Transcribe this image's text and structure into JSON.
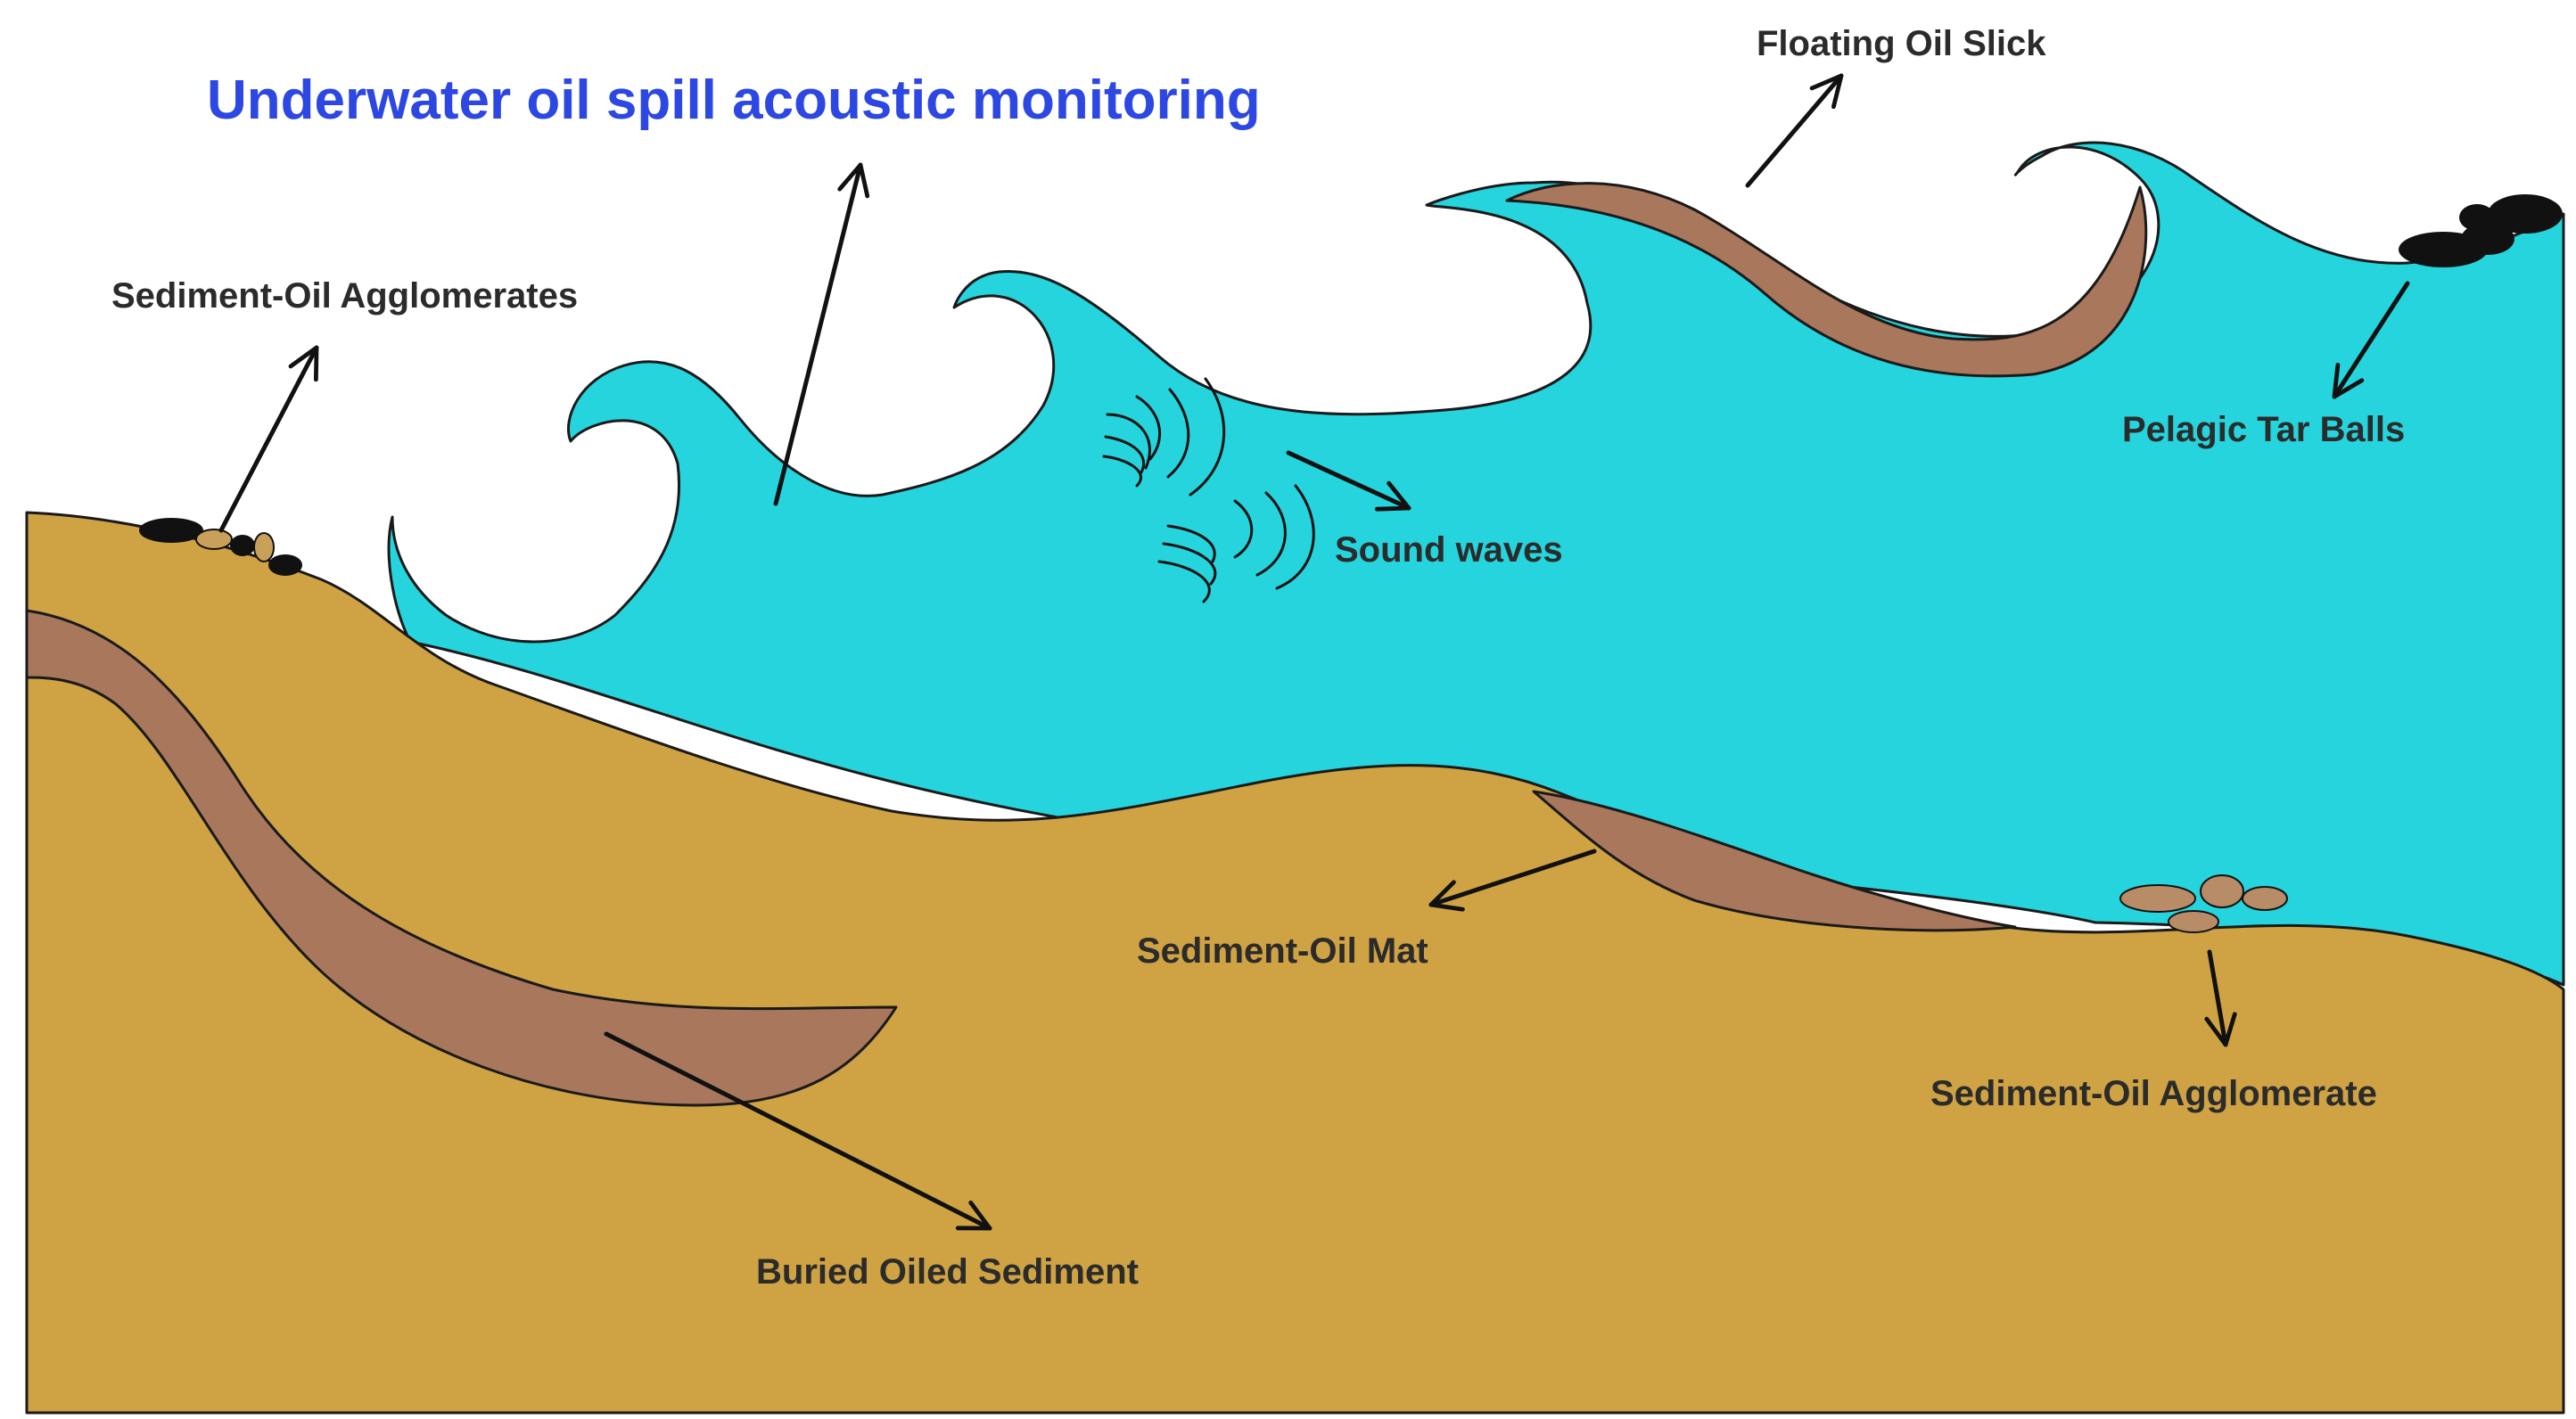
{
  "title": "Underwater oil spill acoustic monitoring",
  "labels": {
    "floating_oil_slick": "Floating Oil Slick",
    "sediment_oil_agglomerates": "Sediment-Oil Agglomerates",
    "pelagic_tar_balls": "Pelagic Tar Balls",
    "sound_waves": "Sound waves",
    "sediment_oil_mat": "Sediment-Oil Mat",
    "sediment_oil_agglomerate": "Sediment-Oil Agglomerate",
    "buried_oiled_sediment": "Buried Oiled Sediment"
  },
  "colors": {
    "water": "#25D4DC",
    "sediment": "#CFA243",
    "oil": "#A8775C",
    "tar": "#111111",
    "agglomerate": "#B98C68",
    "title": "#2C47E2",
    "label": "#2B2B2B"
  },
  "icons": {
    "arrows": "arrow-icon",
    "sound_waves": "sound-wave-icon",
    "tar_balls": "tar-ball-icon",
    "agglomerates": "agglomerate-icon"
  }
}
